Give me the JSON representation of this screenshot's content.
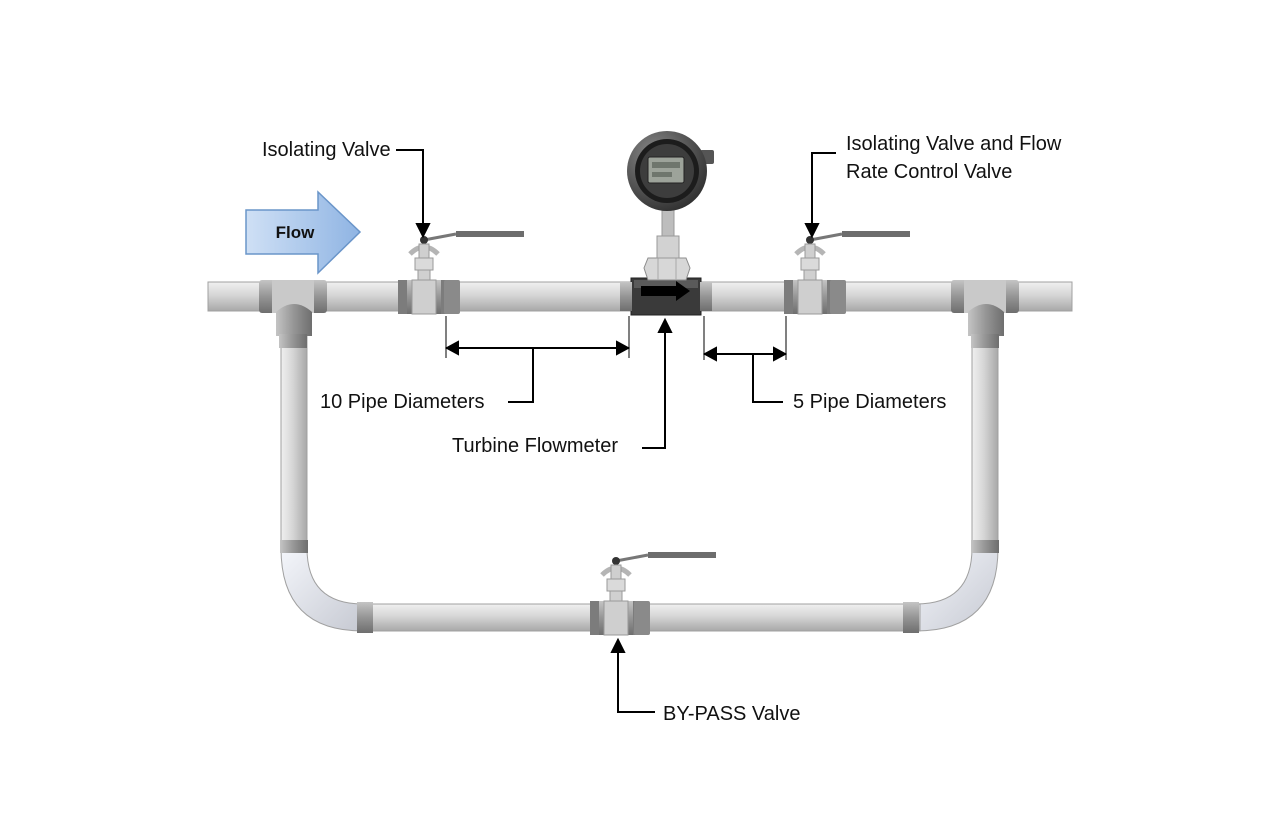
{
  "flow_arrow": {
    "label": "Flow",
    "fill_color": "#8FB4E3",
    "stroke_color": "#6A95C9"
  },
  "labels": {
    "isolating_valve": "Isolating Valve",
    "isolating_control_valve_line1": "Isolating Valve and Flow",
    "isolating_control_valve_line2": "Rate Control Valve",
    "upstream_distance": "10 Pipe Diameters",
    "downstream_distance": "5 Pipe Diameters",
    "turbine_flowmeter": "Turbine Flowmeter",
    "bypass_valve": "BY-PASS Valve"
  },
  "colors": {
    "pipe": "#D4D4D4",
    "fitting": "#9A9A9A",
    "annotation": "#000000"
  }
}
